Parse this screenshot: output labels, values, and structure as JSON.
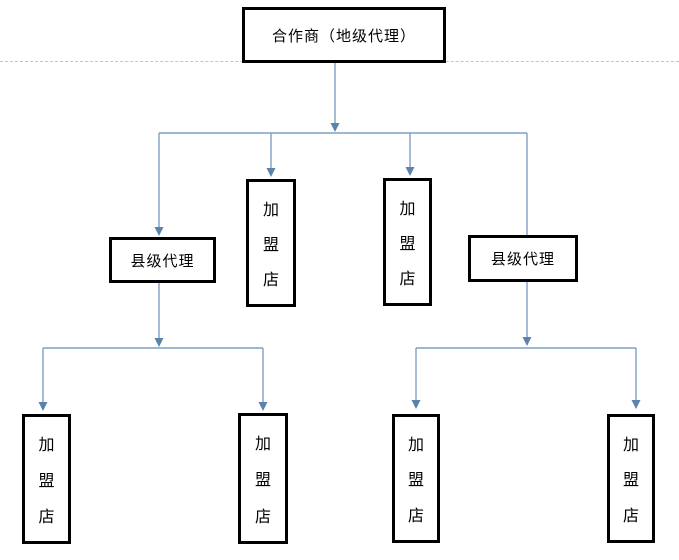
{
  "colors": {
    "background": "#ffffff",
    "connector": "#7f9fc3",
    "arrowhead": "#5c84ab",
    "box-border": "#000000",
    "guide": "#c4c4c4"
  },
  "diagram": {
    "root": {
      "label": "合作商（地级代理）"
    },
    "middle": [
      {
        "label": "县级代理"
      },
      {
        "label": "加盟店"
      },
      {
        "label": "加盟店"
      },
      {
        "label": "县级代理"
      }
    ],
    "bottom_left": [
      {
        "label": "加盟店"
      },
      {
        "label": "加盟店"
      }
    ],
    "bottom_right": [
      {
        "label": "加盟店"
      },
      {
        "label": "加盟店"
      }
    ]
  }
}
